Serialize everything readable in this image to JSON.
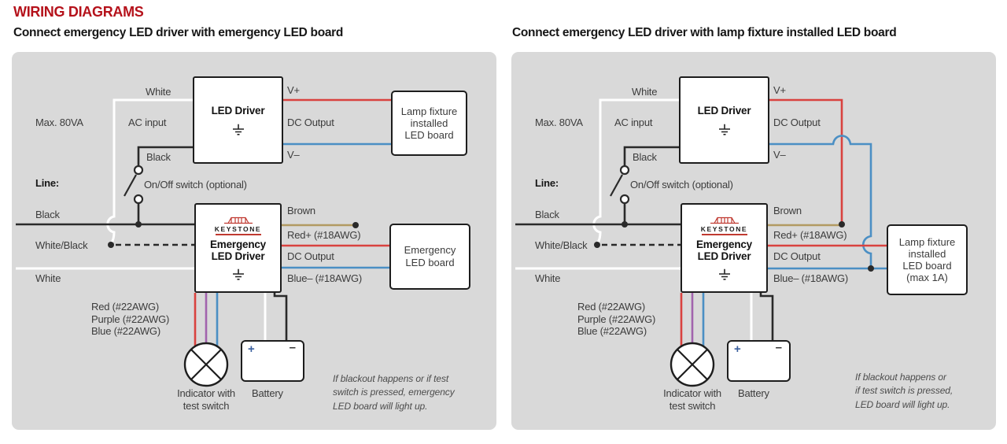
{
  "page": {
    "title": "WIRING DIAGRAMS"
  },
  "colors": {
    "title_red": "#b5121b",
    "panel_bg": "#d9d9d9",
    "wire_red": "#d9423f",
    "wire_blue": "#4b8fc4",
    "wire_brown": "#b29a62",
    "wire_purple": "#a263ad",
    "wire_black": "#2a2a2a",
    "wire_white": "#ffffff",
    "battery_plus_blue": "#3a5f9e",
    "keystone_red": "#c03a31"
  },
  "diagrams": [
    {
      "subtitle": "Connect emergency LED driver with emergency LED board",
      "labels": {
        "white_top": "White",
        "max_load": "Max. 80VA",
        "ac_input": "AC input",
        "black_ac": "Black",
        "line": "Line:",
        "on_off": "On/Off switch (optional)",
        "line_black": "Black",
        "line_white_black": "White/Black",
        "line_white": "White",
        "v_plus": "V+",
        "dc_output_top": "DC Output",
        "v_minus": "V–",
        "brown": "Brown",
        "red_18": "Red+ (#18AWG)",
        "dc_output_bottom": "DC Output",
        "blue_18": "Blue– (#18AWG)",
        "gauge_22": "Red (#22AWG)\nPurple (#22AWG)\nBlue (#22AWG)",
        "indicator": "Indicator with\ntest switch",
        "battery": "Battery",
        "battery_plus": "+",
        "battery_minus": "–"
      },
      "boxes": {
        "led_driver": "LED Driver",
        "lamp_fixture": "Lamp fixture\ninstalled\nLED board",
        "keystone_brand": "KEYSTONE",
        "emergency_driver": "Emergency\nLED Driver",
        "emergency_board": "Emergency\nLED board"
      },
      "note": "If blackout happens or if test\nswitch is pressed, emergency\nLED board will light up."
    },
    {
      "subtitle": "Connect emergency LED driver with lamp fixture installed LED board",
      "labels": {
        "white_top": "White",
        "max_load": "Max. 80VA",
        "ac_input": "AC input",
        "black_ac": "Black",
        "line": "Line:",
        "on_off": "On/Off switch (optional)",
        "line_black": "Black",
        "line_white_black": "White/Black",
        "line_white": "White",
        "v_plus": "V+",
        "dc_output_top": "DC Output",
        "v_minus": "V–",
        "brown": "Brown",
        "red_18": "Red+ (#18AWG)",
        "dc_output_bottom": "DC Output",
        "blue_18": "Blue– (#18AWG)",
        "gauge_22": "Red (#22AWG)\nPurple (#22AWG)\nBlue (#22AWG)",
        "indicator": "Indicator with\ntest switch",
        "battery": "Battery",
        "battery_plus": "+",
        "battery_minus": "–"
      },
      "boxes": {
        "led_driver": "LED Driver",
        "lamp_fixture": "Lamp fixture\ninstalled\nLED board\n(max 1A)",
        "keystone_brand": "KEYSTONE",
        "emergency_driver": "Emergency\nLED Driver"
      },
      "note": "If blackout happens or\nif test switch is pressed,\nLED board will light up."
    }
  ]
}
